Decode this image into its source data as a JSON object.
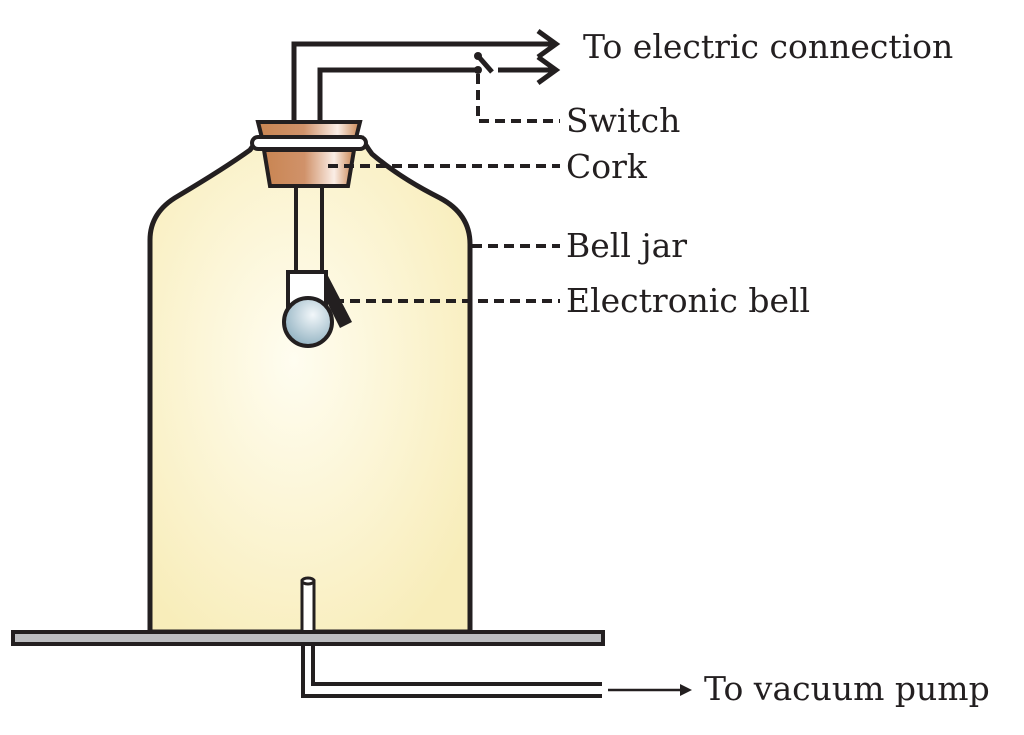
{
  "title": "Bell jar experiment setup",
  "labels": {
    "electric_connection": "To electric connection",
    "switch": "Switch",
    "cork": "Cork",
    "bell_jar": "Bell jar",
    "electronic_bell": "Electronic bell",
    "vacuum_pump": "To vacuum pump"
  },
  "colors": {
    "outline": "#231f20",
    "jar_fill_center": "#fffdf0",
    "jar_fill_edge": "#f8edba",
    "cork_dark": "#c98552",
    "cork_light": "#fbeee6",
    "bell_light": "#f2f7fa",
    "bell_dark": "#8fb0c0",
    "base_plate": "#bcbdc0"
  }
}
